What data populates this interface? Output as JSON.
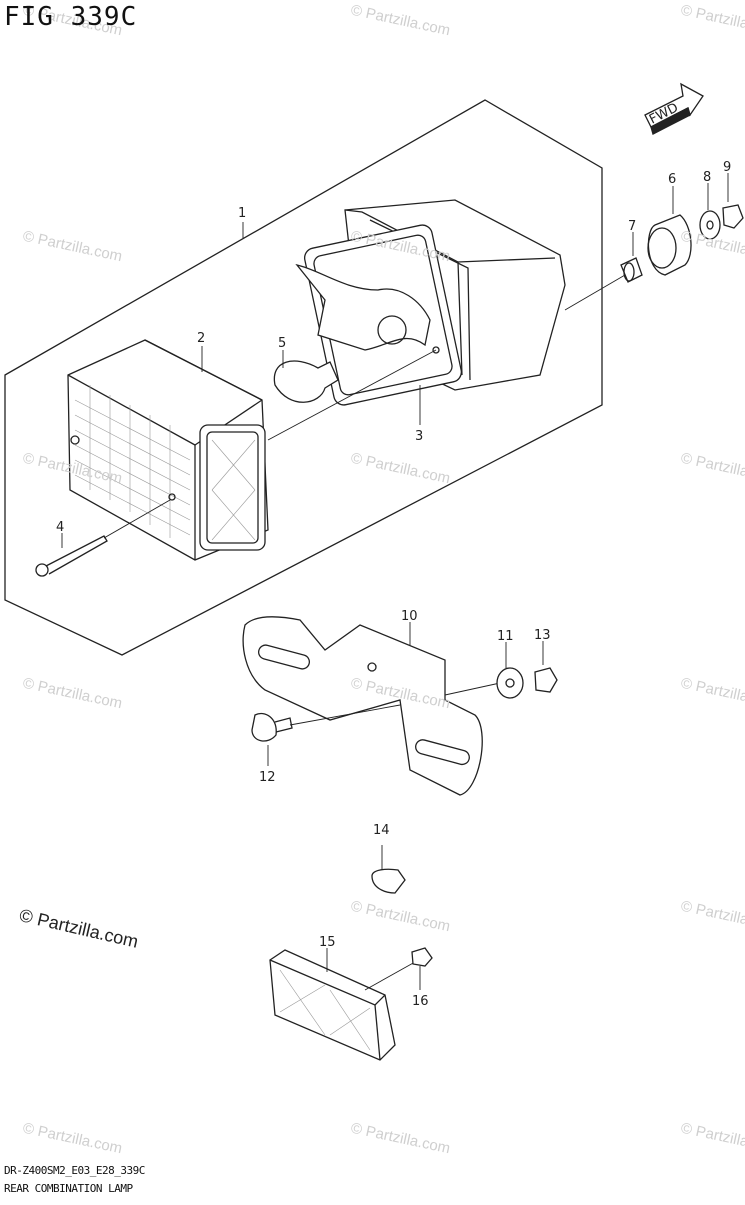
{
  "figure": {
    "title": "FIG 339C"
  },
  "callouts": [
    "1",
    "2",
    "3",
    "4",
    "5",
    "6",
    "7",
    "8",
    "9",
    "10",
    "11",
    "12",
    "13",
    "14",
    "15",
    "16"
  ],
  "fwd_label": "FWD",
  "watermark": "© Partzilla.com",
  "brand": "© Partzilla.com",
  "footer": {
    "code": "DR-Z400SM2_E03_E28_339C",
    "name": "REAR COMBINATION LAMP"
  },
  "colors": {
    "line": "#222222",
    "watermark": "#cfcfcf"
  }
}
